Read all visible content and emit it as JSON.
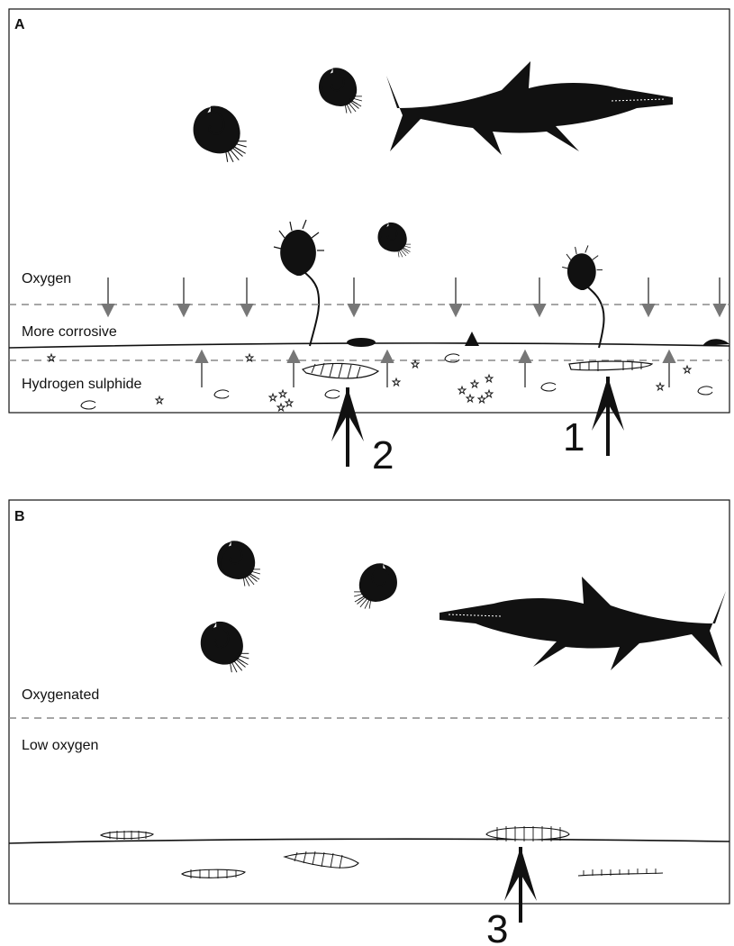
{
  "panel_a": {
    "letter": "A",
    "zones": {
      "top": "Oxygen",
      "middle": "More corrosive",
      "bottom": "Hydrogen sulphide"
    },
    "markers": {
      "first": "2",
      "second": "1"
    }
  },
  "panel_b": {
    "letter": "B",
    "zones": {
      "top": "Oxygenated",
      "bottom": "Low oxygen"
    },
    "markers": {
      "first": "3"
    }
  },
  "colors": {
    "ink": "#111111",
    "arrow_gray": "#777777",
    "dash_gray": "#888888"
  },
  "icons": [
    "ammonite-icon",
    "ichthyosaur-icon",
    "crinoid-icon",
    "bone-fragment-icon",
    "star-particle-icon",
    "shell-icon"
  ]
}
